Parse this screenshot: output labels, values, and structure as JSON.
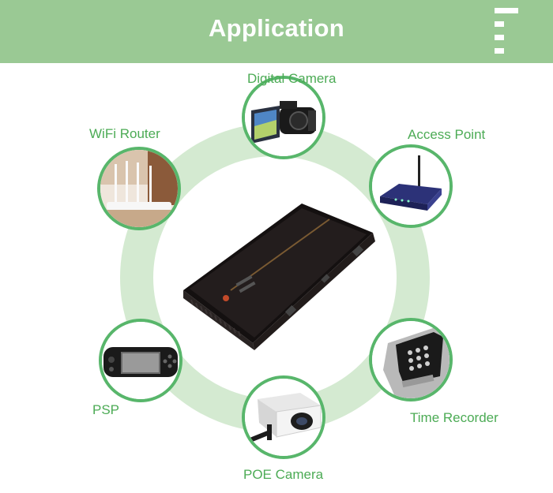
{
  "header": {
    "title": "Application",
    "background": "#9ac994",
    "menu_icon": "hamburger-menu-icon"
  },
  "colors": {
    "ring": "#d4ead1",
    "node_border": "#58b66b",
    "label": "#4cab55"
  },
  "applications": [
    {
      "label": "Digital Camera",
      "icon": "digital-camera-icon"
    },
    {
      "label": "Access Point",
      "icon": "access-point-icon"
    },
    {
      "label": "Time Recorder",
      "icon": "time-recorder-icon"
    },
    {
      "label": "POE Camera",
      "icon": "poe-camera-icon"
    },
    {
      "label": "PSP",
      "icon": "psp-icon"
    },
    {
      "label": "WiFi Router",
      "icon": "wifi-router-icon"
    }
  ],
  "hub_device": "power-bank-device-icon"
}
